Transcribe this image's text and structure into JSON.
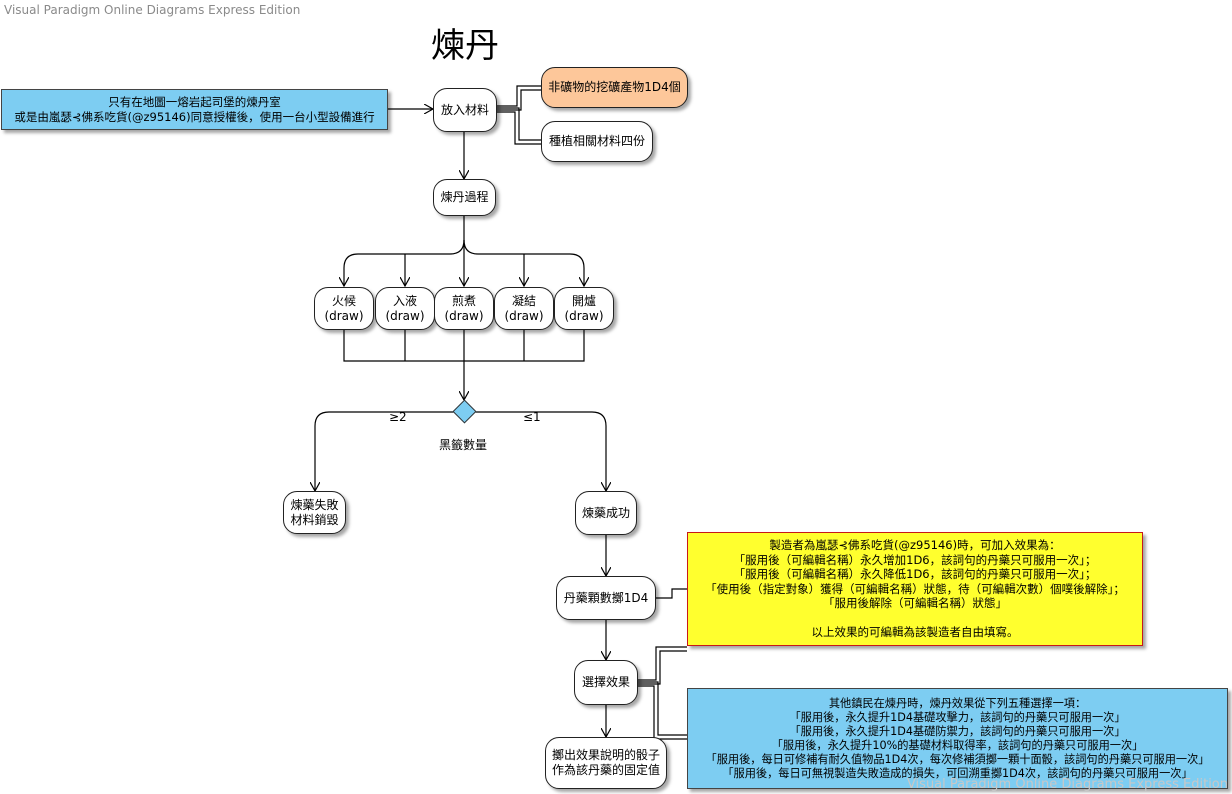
{
  "app": {
    "brand": "Visual Paradigm Online Diagrams Express Edition",
    "watermark": "Visual Paradigm Online Diagrams Express Edition"
  },
  "diagram": {
    "title": "煉丹",
    "notes": {
      "location": "只有在地圖一熔岩起司堡的煉丹室\n或是由嵐瑟⊰佛系吃貨(@z95146)同意授權後，使用一台小型設備進行",
      "maker": "製造者為嵐瑟⊰佛系吃貨(@z95146)時，可加入效果為：\n「服用後（可編輯名稱）永久增加1D6，該詞句的丹藥只可服用一次」；\n「服用後（可編輯名稱）永久降低1D6，該詞句的丹藥只可服用一次」；\n「使用後（指定對象）獲得（可編輯名稱）狀態，待（可編輯次數）個噗後解除」；\n「服用後解除（可編輯名稱）狀態」\n\n以上效果的可編輯為該製造者自由填寫。",
      "others": "其他鎮民在煉丹時，煉丹效果從下列五種選擇一項：\n「服用後，永久提升1D4基礎攻擊力，該詞句的丹藥只可服用一次」\n「服用後，永久提升1D4基礎防禦力，該詞句的丹藥只可服用一次」\n「服用後，永久提升10%的基礎材料取得率，該詞句的丹藥只可服用一次」\n「服用後，每日可修補有耐久值物品1D4次，每次修補須擲一顆十面骰，該詞句的丹藥只可服用一次」\n「服用後，每日可無視製造失敗造成的損失，可回溯重擲1D4次，該詞句的丹藥只可服用一次」"
    },
    "nodes": {
      "put_materials": "放入材料",
      "mineral": "非礦物的挖礦產物1D4個",
      "plant": "種植相關材料四份",
      "process": "煉丹過程",
      "steps": [
        "火候(draw)",
        "入液(draw)",
        "煎煮(draw)",
        "凝結(draw)",
        "開爐(draw)"
      ],
      "decision": "黑籤數量",
      "fail": "煉藥失敗\n材料銷毀",
      "success": "煉藥成功",
      "roll_count": "丹藥顆數擲1D4",
      "choose_effect": "選擇效果",
      "roll_effect": "擲出效果說明的骰子\n作為該丹藥的固定值"
    },
    "edges": {
      "fail_guard": "≥2",
      "success_guard": "≤1"
    },
    "colors": {
      "blue_note": "#7dcdf2",
      "yellow_note": "#ffff2e",
      "yellow_border": "#c81818",
      "orange_node": "#fdc79a"
    }
  }
}
